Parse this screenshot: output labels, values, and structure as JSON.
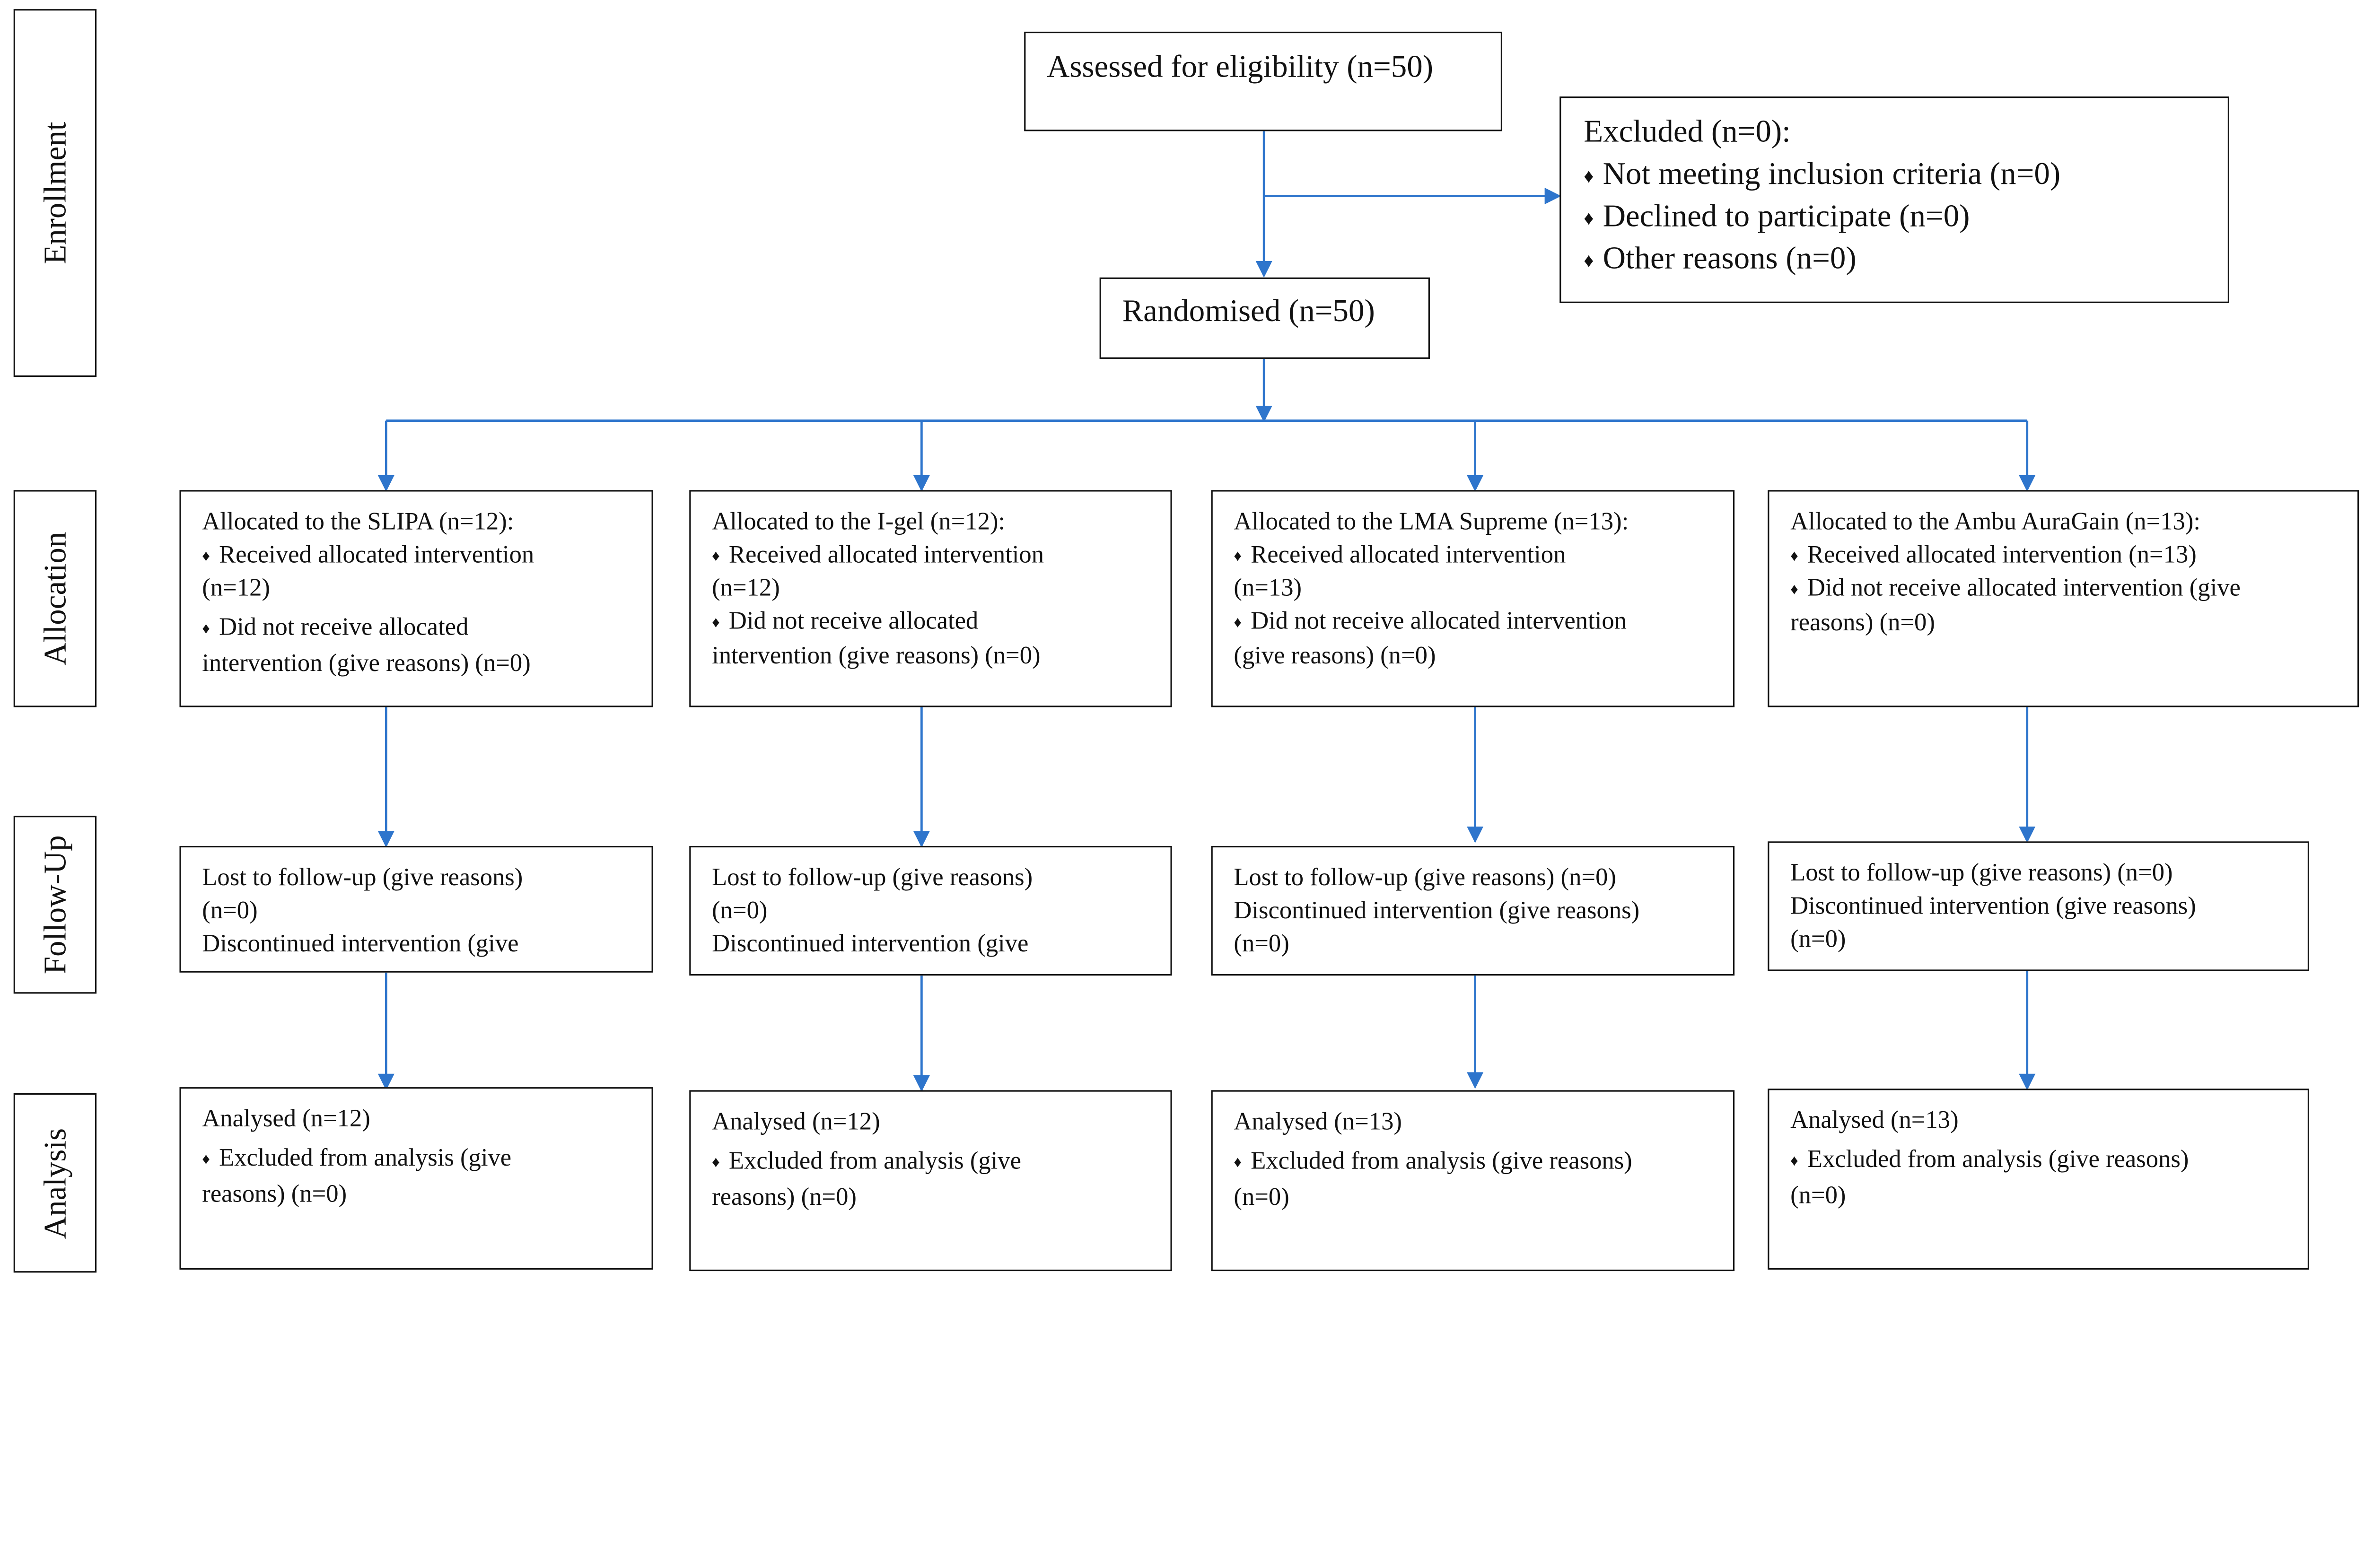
{
  "phases": [
    "Enrollment",
    "Allocation",
    "Follow-Up",
    "Analysis"
  ],
  "eligibility": "Assessed for eligibility (n=50)",
  "excluded": {
    "title": "Excluded (n=0):",
    "items": [
      "Not meeting inclusion criteria (n=0)",
      "Declined to participate (n=0)",
      "Other reasons (n=0)"
    ]
  },
  "randomised": "Randomised (n=50)",
  "bullet": "♦",
  "allocation": [
    {
      "title": "Allocated to the SLIPA (n=12):",
      "received": [
        "Received allocated intervention",
        "(n=12)"
      ],
      "not_received": [
        "Did not receive allocated",
        "intervention (give reasons) (n=0)"
      ]
    },
    {
      "title": "Allocated to the I-gel (n=12):",
      "received": [
        "Received allocated intervention",
        "(n=12)"
      ],
      "not_received": [
        "Did not receive allocated",
        "intervention (give reasons) (n=0)"
      ]
    },
    {
      "title": "Allocated to the LMA Supreme (n=13):",
      "received": [
        "Received allocated intervention",
        "(n=13)"
      ],
      "not_received": [
        "Did not receive allocated intervention",
        "(give reasons) (n=0)"
      ]
    },
    {
      "title": "Allocated to the Ambu AuraGain  (n=13):",
      "received": [
        "Received allocated intervention (n=13)"
      ],
      "not_received": [
        "Did not receive allocated intervention (give",
        "reasons) (n=0)"
      ]
    }
  ],
  "followup": [
    {
      "lines": [
        "Lost to follow-up (give reasons)",
        "(n=0)",
        "Discontinued intervention (give"
      ]
    },
    {
      "lines": [
        "Lost to follow-up (give reasons)",
        "(n=0)",
        "Discontinued intervention (give"
      ]
    },
    {
      "lines": [
        "Lost to follow-up (give reasons) (n=0)",
        "Discontinued intervention (give reasons)",
        "(n=0)"
      ]
    },
    {
      "lines": [
        "Lost to follow-up (give reasons) (n=0)",
        "Discontinued intervention (give reasons)",
        "(n=0)"
      ]
    }
  ],
  "analysis": [
    {
      "title": "Analysed (n=12)",
      "excluded": [
        "Excluded from analysis (give",
        "reasons) (n=0)"
      ]
    },
    {
      "title": "Analysed (n=12)",
      "excluded": [
        "Excluded from analysis (give",
        "reasons) (n=0)"
      ]
    },
    {
      "title": "Analysed (n=13)",
      "excluded": [
        "Excluded from analysis (give reasons)",
        "(n=0)"
      ]
    },
    {
      "title": "Analysed (n=13)",
      "excluded": [
        "Excluded from analysis (give reasons)",
        "(n=0)"
      ]
    }
  ],
  "colors": {
    "arrow": "#2e75cc",
    "border": "#111111",
    "text": "#111111"
  }
}
